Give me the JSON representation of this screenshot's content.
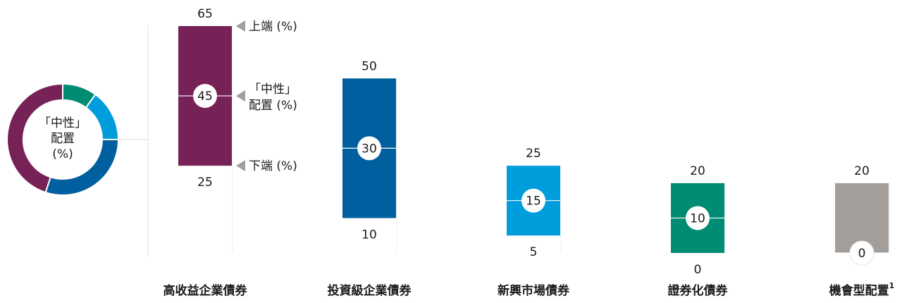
{
  "chart_data": {
    "type": "bar",
    "categories": [
      "高收益企業債券",
      "投資級企業債券",
      "新興市場債券",
      "證券化債券",
      "機會型配置"
    ],
    "category_superscripts": [
      "",
      "",
      "",
      "",
      "1"
    ],
    "series": [
      {
        "values_high": [
          65,
          50,
          25,
          20,
          20
        ]
      },
      {
        "values_neutral": [
          45,
          30,
          15,
          10,
          0
        ]
      },
      {
        "values_low": [
          25,
          10,
          5,
          0,
          0
        ]
      }
    ],
    "high": [
      65,
      50,
      25,
      20,
      20
    ],
    "neutral": [
      45,
      30,
      15,
      10,
      0
    ],
    "low": [
      25,
      10,
      5,
      0,
      0
    ],
    "show_low_label": [
      true,
      true,
      true,
      true,
      false
    ],
    "colors": [
      "#762257",
      "#005f9e",
      "#009ddc",
      "#008c72",
      "#a39e99"
    ],
    "donut": {
      "values": [
        45,
        30,
        15,
        10
      ],
      "colors": [
        "#762257",
        "#005f9e",
        "#009ddc",
        "#008c72"
      ],
      "label_lines": [
        "「中性」",
        "配置",
        "(%)"
      ]
    },
    "annotations": {
      "high": "上端 (%)",
      "neutral_lines": [
        "「中性」",
        "配置 (%)"
      ],
      "low": "下端 (%)"
    },
    "ylim": [
      0,
      65
    ],
    "grid": false
  }
}
